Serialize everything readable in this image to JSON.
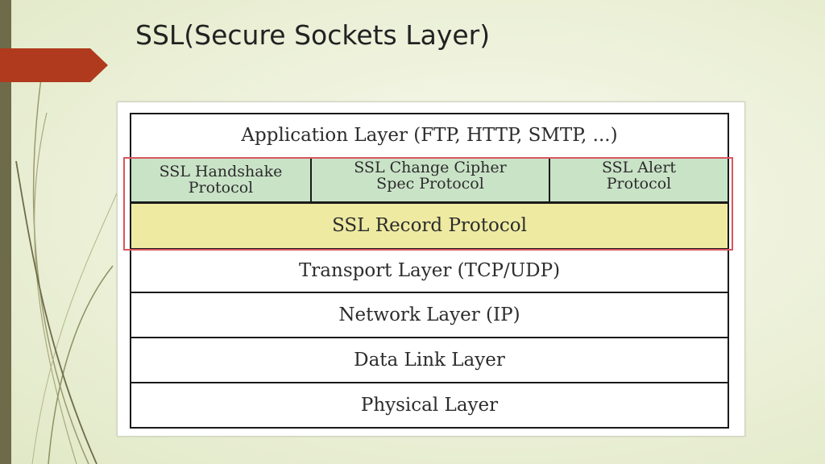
{
  "slide": {
    "title": "SSL(Secure Sockets Layer)"
  },
  "diagram": {
    "application_layer": "Application Layer (FTP, HTTP, SMTP, ...)",
    "ssl_protocols": [
      {
        "line1": "SSL Handshake",
        "line2": "Protocol"
      },
      {
        "line1": "SSL Change Cipher",
        "line2": "Spec Protocol"
      },
      {
        "line1": "SSL Alert",
        "line2": "Protocol"
      }
    ],
    "record_protocol": "SSL Record Protocol",
    "transport_layer": "Transport Layer (TCP/UDP)",
    "network_layer": "Network Layer (IP)",
    "data_link_layer": "Data Link Layer",
    "physical_layer": "Physical Layer"
  },
  "colors": {
    "ssl_protocol_fill": "#c9e3c7",
    "record_protocol_fill": "#eeeaa2",
    "highlight_border": "#d8555f",
    "accent_arrow": "#b03a1e",
    "side_bar": "#6e6b4a"
  }
}
